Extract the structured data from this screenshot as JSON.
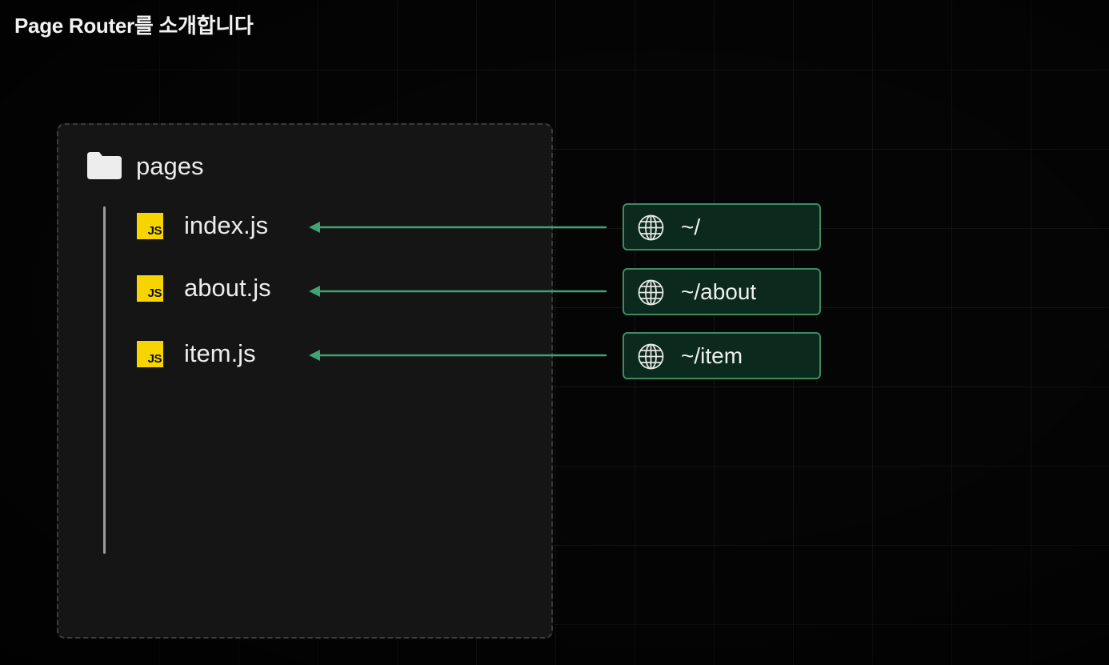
{
  "title": "Page Router를 소개합니다",
  "folder": {
    "label": "pages",
    "icon": "folder-icon"
  },
  "files": [
    {
      "name": "index.js",
      "badge": "JS",
      "route": "~/"
    },
    {
      "name": "about.js",
      "badge": "JS",
      "route": "~/about"
    },
    {
      "name": "item.js",
      "badge": "JS",
      "route": "~/item"
    }
  ],
  "icons": {
    "file": "js-file-icon",
    "route": "globe-icon",
    "connector": "arrow-left-icon"
  },
  "colors": {
    "background": "#050505",
    "panel": "#151515",
    "js_badge": "#f6d400",
    "arrow": "#3fa373",
    "route_fill": "#0b2a1d",
    "route_border": "#3d8a63"
  }
}
